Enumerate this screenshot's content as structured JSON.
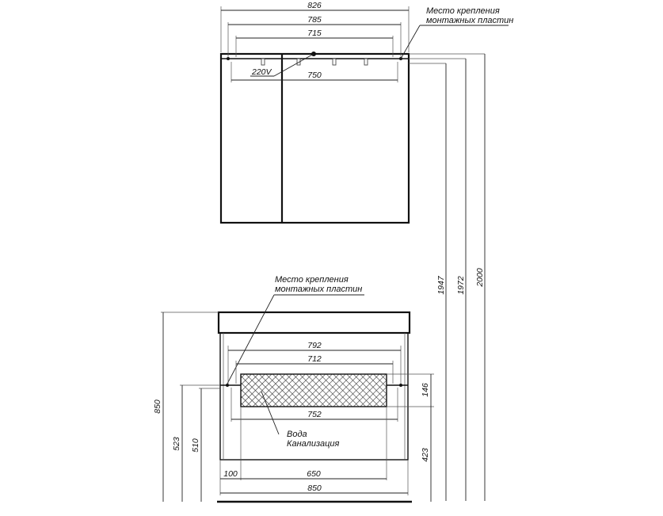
{
  "dimensions": {
    "mirror_cabinet": {
      "overall_width": "826",
      "mount_width_outer": "785",
      "mount_width_inner": "715",
      "light_width": "750",
      "power_label": "220V",
      "mount_note_line1": "Место крепления",
      "mount_note_line2": "монтажных пластин"
    },
    "heights": {
      "h1": "1947",
      "h2": "1972",
      "h3": "2000"
    },
    "vanity": {
      "mount_note_line1": "Место крепления",
      "mount_note_line2": "монтажных пластин",
      "width_792": "792",
      "width_712": "712",
      "width_752": "752",
      "height_146": "146",
      "height_850": "850",
      "height_523": "523",
      "height_510": "510",
      "height_423": "423",
      "offset_100": "100",
      "width_650": "650",
      "width_850": "850",
      "utility_line1": "Вода",
      "utility_line2": "Канализация"
    }
  }
}
